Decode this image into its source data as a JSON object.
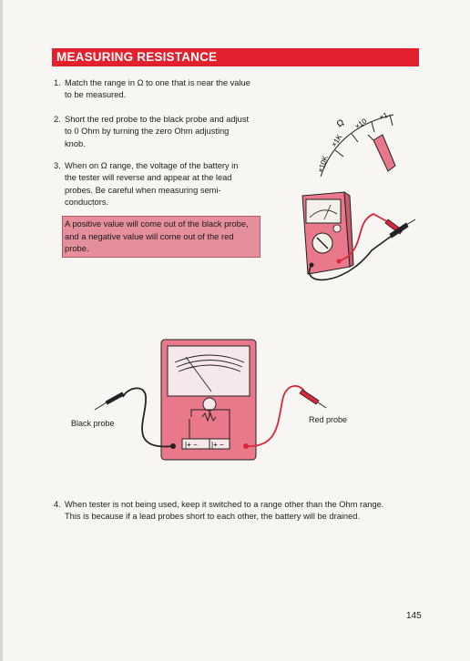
{
  "header": {
    "title": "MEASURING RESISTANCE",
    "color": "#e2202e"
  },
  "steps": [
    {
      "number": "1.",
      "lines": [
        "Match the range in Ω to one that is near the value",
        "to be measured."
      ]
    },
    {
      "number": "2.",
      "lines": [
        "Short the red probe to the black probe and adjust",
        "to 0 Ohm by turning the zero Ohm adjusting",
        "knob."
      ]
    },
    {
      "number": "3.",
      "lines": [
        "When on Ω range, the voltage of the battery in",
        "the tester will reverse and appear at the lead",
        "probes.  Be careful when measuring semi-",
        "conductors."
      ]
    },
    {
      "number": "4.",
      "lines": [
        "When tester is not being used, keep it switched to a range other than the Ohm range.",
        "This is because if a lead probes short to each other, the battery will be drained."
      ]
    }
  ],
  "note": {
    "text": "A positive value will come out of the black probe, and a negative value will come out of the red probe.",
    "color": "#e58e9c"
  },
  "dial": {
    "symbol": "Ω",
    "ranges": [
      "×1",
      "×10",
      "×1K",
      "×10K"
    ]
  },
  "labels": {
    "black_probe": "Black probe",
    "red_probe": "Red probe"
  },
  "page_number": "145",
  "colors": {
    "meter_body": "#e8788a",
    "probe_red": "#d9263a",
    "probe_black": "#222222"
  }
}
